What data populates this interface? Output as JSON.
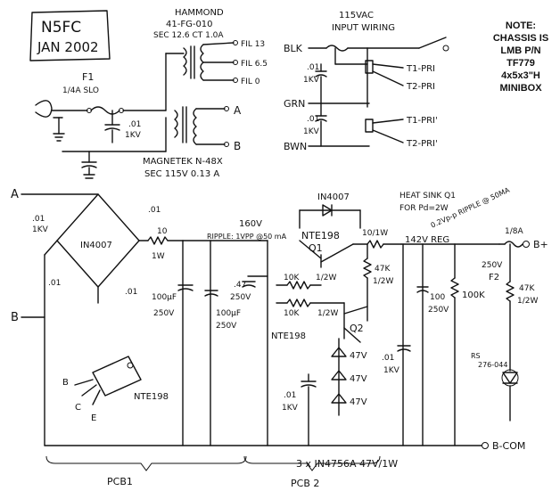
{
  "title_box": {
    "callsign": "N5FC",
    "date": "JAN 2002"
  },
  "note": [
    "NOTE:",
    "CHASSIS IS",
    "LMB P/N",
    "TF779",
    "4x5x3\"H",
    "MINIBOX"
  ],
  "top_left": {
    "transformer1": [
      "HAMMOND",
      "41-FG-010",
      "SEC 12.6 CT 1.0A"
    ],
    "fil_labels": [
      "FIL 13",
      "FIL 6.5",
      "FIL 0"
    ],
    "fuse": [
      "F1",
      "1/4A SLO"
    ],
    "cap": [
      ".01",
      "1KV"
    ],
    "outputs": [
      "A",
      "B"
    ],
    "transformer2": [
      "MAGNETEK N-48X",
      "SEC 115V 0.13 A"
    ]
  },
  "top_right": {
    "title": [
      "115VAC",
      "INPUT WIRING"
    ],
    "wires": [
      "BLK",
      "GRN",
      "BWN"
    ],
    "caps_left": [
      ".01",
      "1KV"
    ],
    "caps_left2": [
      ".01",
      "1KV"
    ],
    "pri": [
      "T1-PRI",
      "T2-PRI",
      "T1-PRI'",
      "T2-PRI'"
    ]
  },
  "main": {
    "inputs": [
      "A",
      "B"
    ],
    "bridge": [
      "IN4007"
    ],
    "bridge_caps": [
      ".01",
      "1KV",
      ".01",
      ".01",
      ".01"
    ],
    "r1": [
      "10",
      "1W"
    ],
    "c_filter1": [
      "100µF",
      "250V"
    ],
    "c_filter2": [
      "100µF",
      "250V"
    ],
    "ripple1": [
      "160V",
      "RIPPLE: 1VPP @50 mA"
    ],
    "diode": "IN4007",
    "heatsink": [
      "HEAT SINK Q1",
      "FOR Pd=2W"
    ],
    "q1": [
      "NTE198",
      "Q1"
    ],
    "q2": [
      "NTE198",
      "Q2"
    ],
    "r_base": [
      "10K",
      "1/2W",
      "10K",
      "1/2W"
    ],
    "cap47": [
      ".47",
      "250V"
    ],
    "r47k": [
      "47K",
      "1/2W"
    ],
    "r10_1w": [
      "10/1W"
    ],
    "reg": "142V REG",
    "ripple2": "0.2Vp-p RIPPLE @ 50MA",
    "zeners": [
      "47V",
      "47V",
      "47V"
    ],
    "cap01_a": [
      ".01",
      "1KV"
    ],
    "cap01_b": [
      ".01",
      "1KV"
    ],
    "c100": [
      "100",
      "250V"
    ],
    "r100k": "100K",
    "f2": [
      "1/8A",
      "250V",
      "F2"
    ],
    "r_led": [
      "47K",
      "1/2W"
    ],
    "led": [
      "RS",
      "276-044"
    ],
    "bplus": "B+",
    "bcom": "B-COM",
    "zener_note": "3 x IN4756A 47V/1W",
    "pcb": [
      "PCB1",
      "PCB 2"
    ],
    "transistor_pinout": [
      "B",
      "C",
      "E",
      "NTE198"
    ]
  }
}
